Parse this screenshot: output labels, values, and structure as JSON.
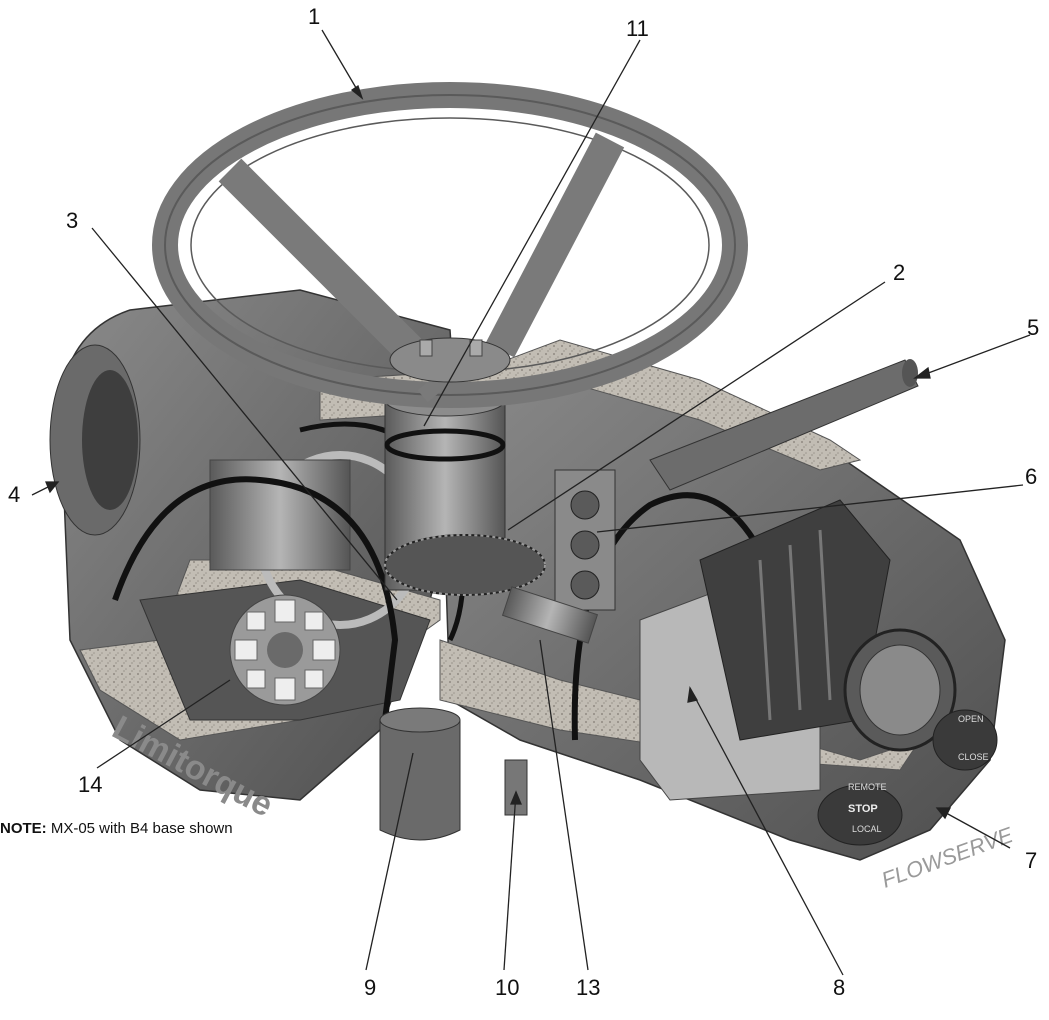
{
  "callouts": {
    "c1": "1",
    "c2": "2",
    "c3": "3",
    "c4": "4",
    "c5": "5",
    "c6": "6",
    "c7": "7",
    "c8": "8",
    "c9": "9",
    "c10": "10",
    "c11": "11",
    "c13": "13",
    "c14": "14"
  },
  "note": {
    "label": "NOTE:",
    "text": " MX-05 with B4 base shown"
  },
  "branding": {
    "housing_logo": "Limitorque",
    "cover_logo": "FLOWSERVE",
    "selector_labels": [
      "REMOTE",
      "STOP",
      "LOCAL",
      "OPEN",
      "CLOSE"
    ]
  },
  "colors": {
    "housing": "#6e6e6e",
    "housing_dark": "#4a4a4a",
    "cut_face": "#b8b4ad",
    "leader_line": "#222222"
  }
}
